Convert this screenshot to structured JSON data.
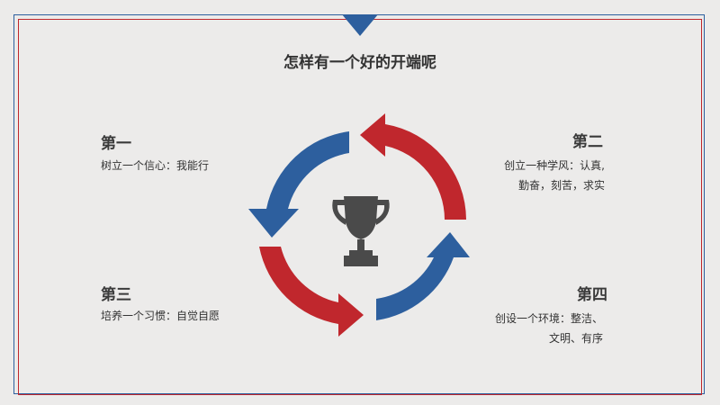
{
  "title": "怎样有一个好的开端呢",
  "items": [
    {
      "heading": "第一",
      "desc_lines": [
        "树立一个信心：我能行"
      ]
    },
    {
      "heading": "第二",
      "desc_lines": [
        "创立一种学风：认真,",
        "勤奋，刻苦，求实"
      ]
    },
    {
      "heading": "第三",
      "desc_lines": [
        "培养一个习惯：自觉自愿"
      ]
    },
    {
      "heading": "第四",
      "desc_lines": [
        "创设一个环境：整洁、",
        "文明、有序"
      ]
    }
  ],
  "colors": {
    "blue": "#2d5f9e",
    "red": "#c0272d",
    "trophy": "#4a4a4a",
    "background": "#ecebea"
  },
  "icons": {
    "center": "trophy-icon"
  }
}
